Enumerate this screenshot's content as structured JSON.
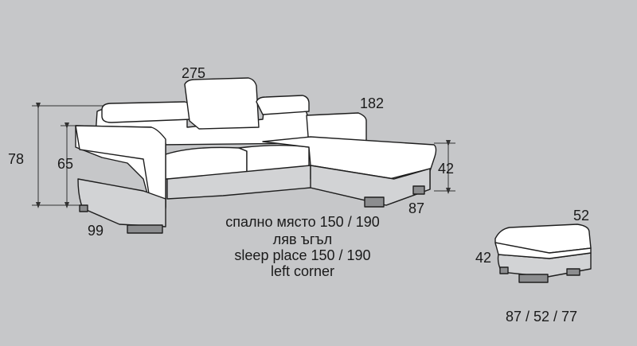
{
  "dimensions": {
    "sofa_width": "275",
    "chaise_length": "182",
    "total_height": "78",
    "arm_height": "65",
    "seat_depth": "99",
    "chaise_height": "42",
    "chaise_depth": "87",
    "ottoman_width": "52",
    "ottoman_height": "42",
    "ottoman_size": "87 / 52 / 77"
  },
  "captions": {
    "sleep_bg": "спално място 150 / 190",
    "corner_bg": "ляв ъгъл",
    "sleep_en": "sleep place 150 / 190",
    "corner_en": "left corner"
  },
  "colors": {
    "background": "#c6c7c9",
    "line": "#1e1e1e",
    "upholstery": "#ffffff",
    "base": "#d2d3d5",
    "feet": "#8c8d8f"
  }
}
